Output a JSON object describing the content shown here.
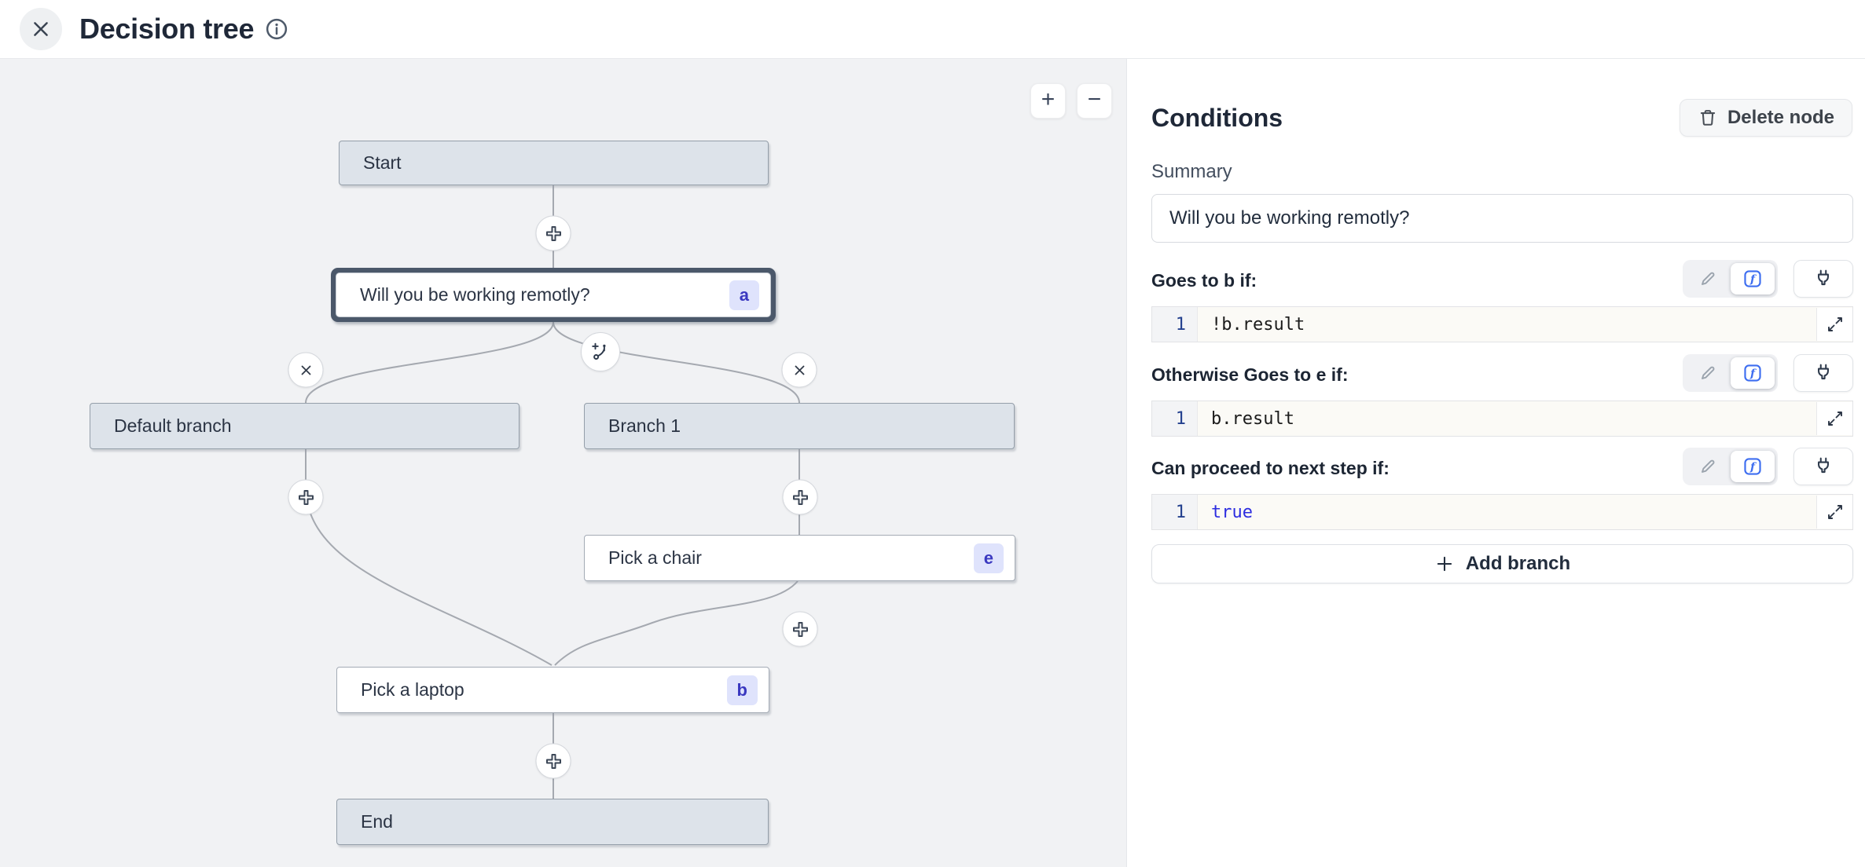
{
  "header": {
    "title": "Decision tree"
  },
  "canvas": {
    "zoom_in_label": "+",
    "zoom_out_label": "−",
    "nodes": [
      {
        "id": "start",
        "label": "Start"
      },
      {
        "id": "question",
        "label": "Will you be working remotly?",
        "badge": "a",
        "selected": true
      },
      {
        "id": "default",
        "label": "Default branch"
      },
      {
        "id": "branch1",
        "label": "Branch 1"
      },
      {
        "id": "chair",
        "label": "Pick a chair",
        "badge": "e"
      },
      {
        "id": "laptop",
        "label": "Pick a laptop",
        "badge": "b"
      },
      {
        "id": "end",
        "label": "End"
      }
    ]
  },
  "panel": {
    "title": "Conditions",
    "delete_button_label": "Delete node",
    "summary_label": "Summary",
    "summary_value": "Will you be working remotly?",
    "conditions": [
      {
        "label": "Goes to b if:",
        "line_number": "1",
        "code": "!b.result"
      },
      {
        "label": "Otherwise Goes to e if:",
        "line_number": "1",
        "code": "b.result"
      },
      {
        "label": "Can proceed to next step if:",
        "line_number": "1",
        "code": "true"
      }
    ],
    "add_branch_label": "Add branch"
  },
  "colors": {
    "canvas_bg": "#f1f2f4",
    "node_gray_bg": "#dde3ea",
    "node_border": "#949ea9",
    "selected_ring": "#4b586a",
    "badge_bg": "#dfe3fc",
    "badge_text": "#3a38c0",
    "edge": "#a5a9b0",
    "fx_blue": "#3e6ef0",
    "keyword_blue": "#2d2de0",
    "line_number_blue": "#23408e",
    "code_bg": "#fbfaf6",
    "title_text": "#1f2838"
  }
}
